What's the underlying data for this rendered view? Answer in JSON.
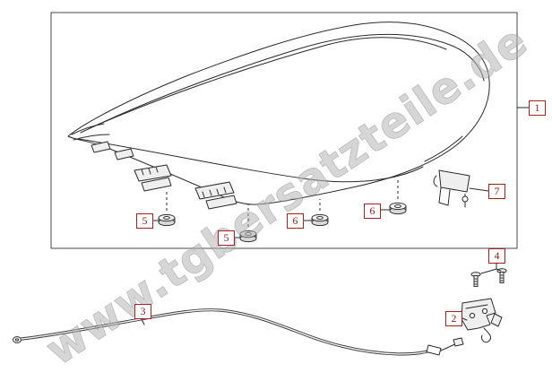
{
  "diagram": {
    "watermark": "www.tgbersatzteile.de",
    "callouts": [
      {
        "id": "1",
        "label": "1"
      },
      {
        "id": "2",
        "label": "2"
      },
      {
        "id": "3",
        "label": "3"
      },
      {
        "id": "4",
        "label": "4"
      },
      {
        "id": "5a",
        "label": "5"
      },
      {
        "id": "5b",
        "label": "5"
      },
      {
        "id": "6a",
        "label": "6"
      },
      {
        "id": "6b",
        "label": "6"
      },
      {
        "id": "7",
        "label": "7"
      }
    ],
    "colors": {
      "callout_border": "#a52020",
      "callout_text": "#8b1a1a",
      "line": "#2a2a2a",
      "watermark": "#b5b5b5"
    }
  }
}
